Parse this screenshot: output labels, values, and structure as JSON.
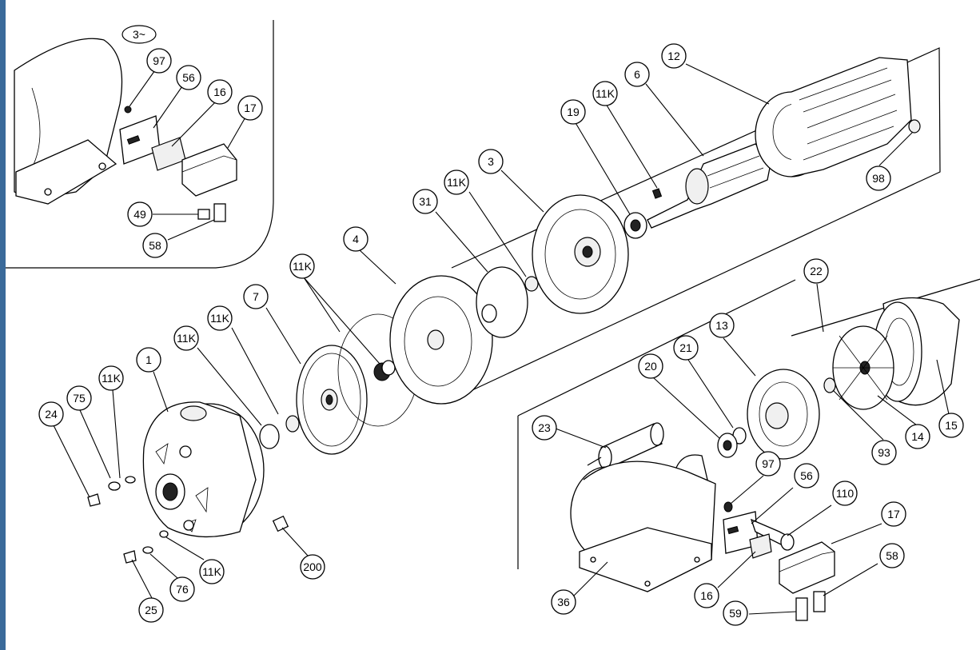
{
  "inset_label": "3~",
  "callouts": {
    "c97a": "97",
    "c56a": "56",
    "c16a": "16",
    "c17a": "17",
    "c49": "49",
    "c58a": "58",
    "c12": "12",
    "c6": "6",
    "c11k_a": "11K",
    "c19": "19",
    "c3": "3",
    "c11k_b": "11K",
    "c31": "31",
    "c98": "98",
    "c4": "4",
    "c11k_c": "11K",
    "c7": "7",
    "c11k_d": "11K",
    "c11k_e": "11K",
    "c11k_f": "11K",
    "c1": "1",
    "c75": "75",
    "c24": "24",
    "c200": "200",
    "c11k_g": "11K",
    "c76": "76",
    "c25": "25",
    "c22": "22",
    "c13": "13",
    "c21": "21",
    "c20": "20",
    "c23": "23",
    "c93": "93",
    "c14": "14",
    "c15": "15",
    "c97b": "97",
    "c56b": "56",
    "c110": "110",
    "c17b": "17",
    "c58b": "58",
    "c16b": "16",
    "c59": "59",
    "c36": "36"
  }
}
